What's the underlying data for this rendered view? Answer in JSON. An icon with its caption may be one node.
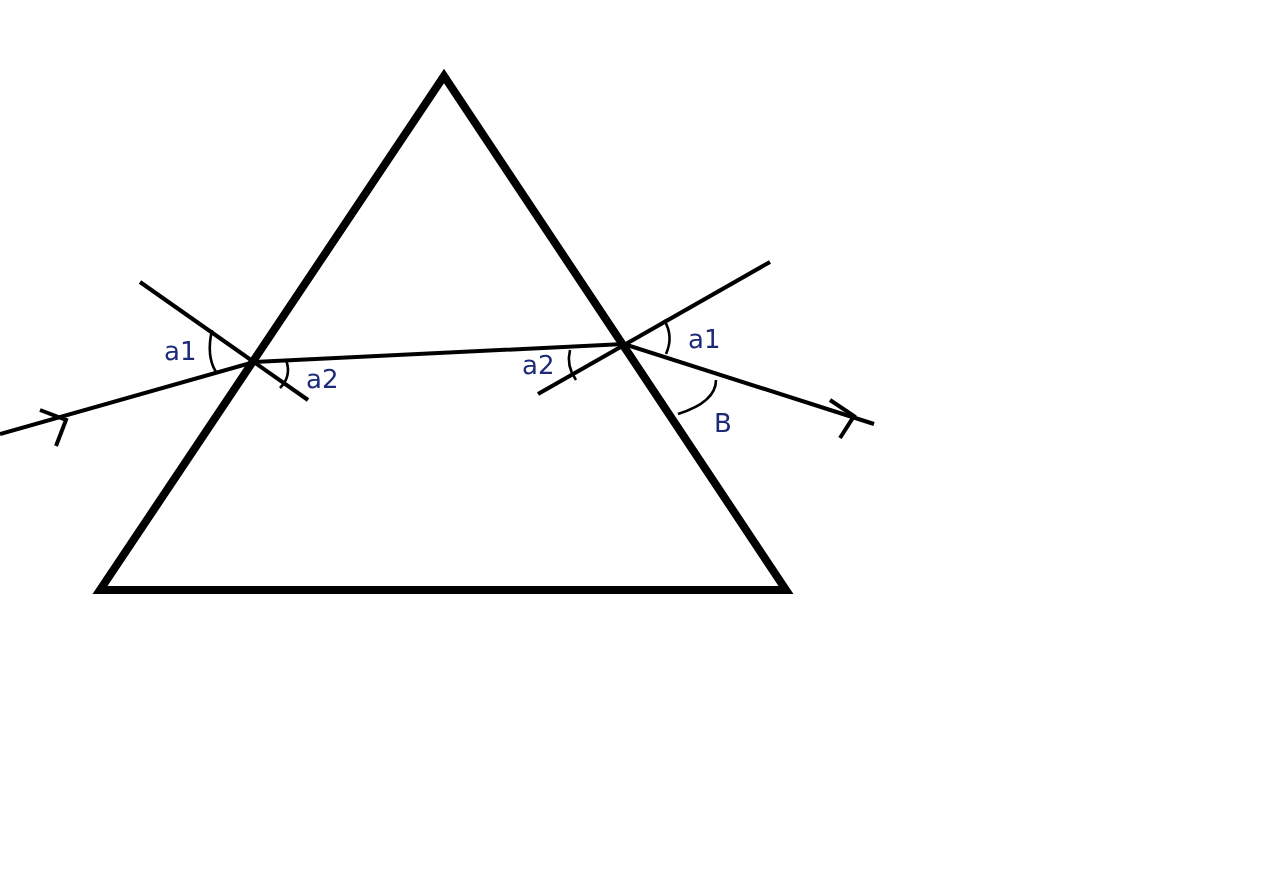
{
  "diagram": {
    "labels": [
      "a1",
      "a2",
      "a2",
      "a1",
      "B"
    ]
  }
}
